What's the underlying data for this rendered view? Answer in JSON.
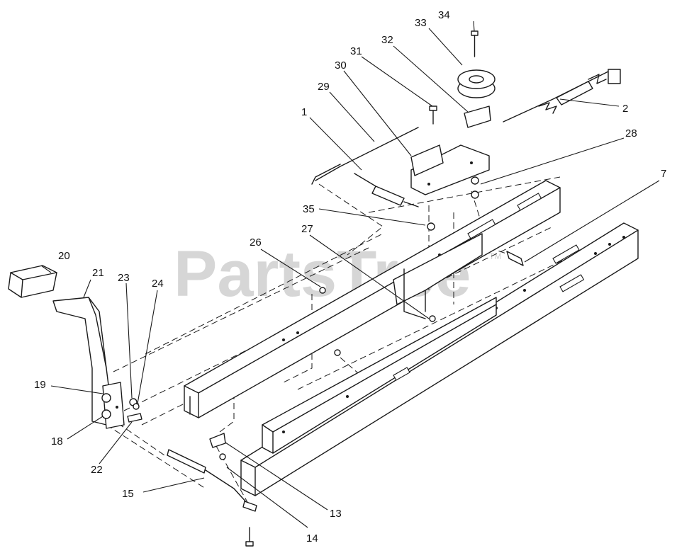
{
  "watermark": {
    "text": "PartsTree",
    "mark": "TM"
  },
  "labels": [
    {
      "id": "1",
      "text": "1"
    },
    {
      "id": "2",
      "text": "2"
    },
    {
      "id": "7",
      "text": "7"
    },
    {
      "id": "13",
      "text": "13"
    },
    {
      "id": "14",
      "text": "14"
    },
    {
      "id": "15",
      "text": "15"
    },
    {
      "id": "18",
      "text": "18"
    },
    {
      "id": "19",
      "text": "19"
    },
    {
      "id": "20",
      "text": "20"
    },
    {
      "id": "21",
      "text": "21"
    },
    {
      "id": "22",
      "text": "22"
    },
    {
      "id": "23",
      "text": "23"
    },
    {
      "id": "24",
      "text": "24"
    },
    {
      "id": "26",
      "text": "26"
    },
    {
      "id": "27",
      "text": "27"
    },
    {
      "id": "28",
      "text": "28"
    },
    {
      "id": "29",
      "text": "29"
    },
    {
      "id": "30",
      "text": "30"
    },
    {
      "id": "31",
      "text": "31"
    },
    {
      "id": "32",
      "text": "32"
    },
    {
      "id": "33",
      "text": "33"
    },
    {
      "id": "34",
      "text": "34"
    },
    {
      "id": "35",
      "text": "35"
    }
  ]
}
